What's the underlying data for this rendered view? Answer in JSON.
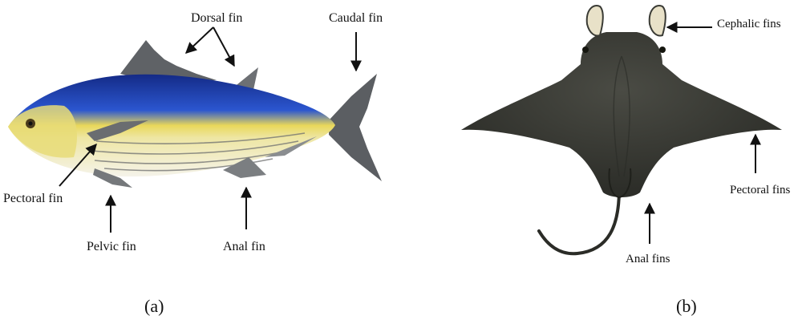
{
  "panels": [
    {
      "id": "a",
      "caption": "(a)",
      "labels": {
        "dorsal": "Dorsal fin",
        "caudal": "Caudal fin",
        "pectoral": "Pectoral fin",
        "pelvic": "Pelvic fin",
        "anal": "Anal fin"
      }
    },
    {
      "id": "b",
      "caption": "(b)",
      "labels": {
        "cephalic": "Cephalic fins",
        "pectoral": "Pectoral fins",
        "anal": "Anal fins"
      }
    }
  ],
  "colors": {
    "tuna_back": "#1a2f8f",
    "tuna_back_light": "#2f5ed6",
    "tuna_yellow": "#e9d85a",
    "tuna_belly": "#f4f1e4",
    "tuna_fin": "#6f7275",
    "ray_body": "#3a3b35",
    "ray_dark": "#262721",
    "ray_cephalic": "#e8e1c8"
  }
}
